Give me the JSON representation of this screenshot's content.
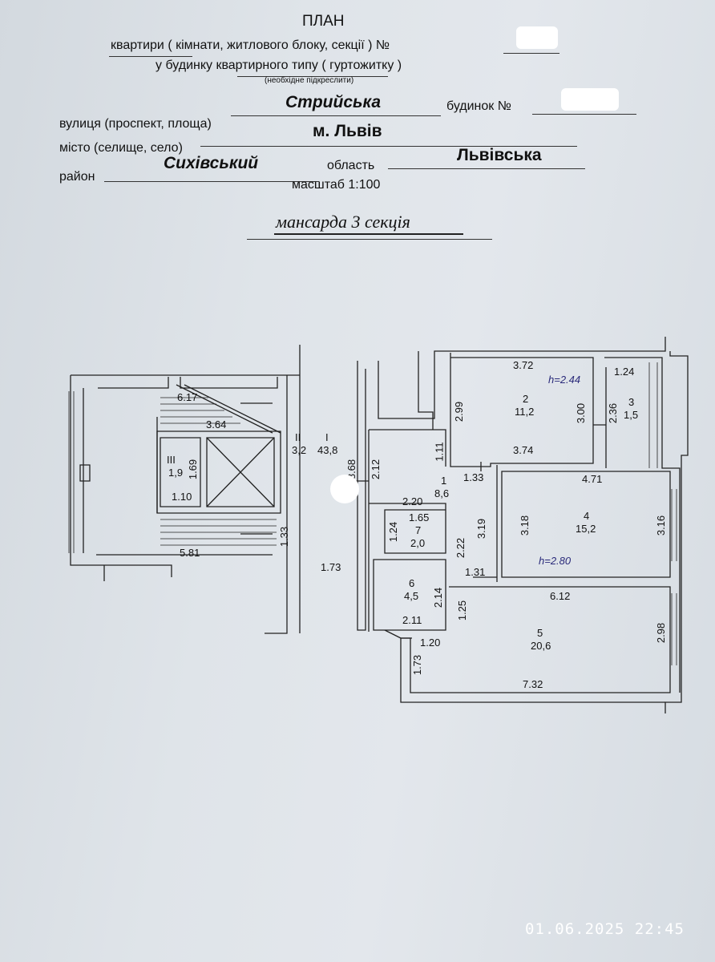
{
  "header": {
    "title": "ПЛАН",
    "line1": "квартири ( кімнати, житлового блоку, секції ) №",
    "line2": "у будинку квартирного типу ( гуртожитку )",
    "note": "(необхідне підкреслити)",
    "street_label": "вулиця (проспект, площа)",
    "street_value": "Стрийська",
    "house_label": "будинок №",
    "city_label": "місто (селище, село)",
    "city_value": "м. Львів",
    "district_label": "район",
    "district_value": "Сихівський",
    "region_label": "область",
    "region_value": "Львівська",
    "scale": "масштаб 1:100",
    "floor_title": "мансарда 3 секція"
  },
  "plan": {
    "stair": {
      "d1": "6.17",
      "d2": "3.64",
      "room_III_num": "III",
      "room_III_area": "1,9",
      "room_III_h": "1.69",
      "room_III_w": "1.10",
      "room_II_num": "II",
      "room_II_area": "3,2",
      "room_I_num": "I",
      "room_I_area": "43,8",
      "d_left_v": "1.33",
      "d_bottom": "5.81",
      "d_outside": "1.73"
    },
    "apartment": {
      "r1_num": "1",
      "r1_area": "8,6",
      "r2_num": "2",
      "r2_area": "11,2",
      "r3_num": "3",
      "r3_area": "1,5",
      "r4_num": "4",
      "r4_area": "15,2",
      "r5_num": "5",
      "r5_area": "20,6",
      "r6_num": "6",
      "r6_area": "4,5",
      "r7_num": "7",
      "r7_area": "2,0",
      "h1": "h=2.44",
      "h2": "h=2.80",
      "d_372": "3.72",
      "d_124": "1.24",
      "d_299": "2.99",
      "d_300": "3.00",
      "d_236": "2.36",
      "d_374": "3.74",
      "d_111": "1.11",
      "d_133": "1.33",
      "d_868": "8.68",
      "d_212": "2.12",
      "d_471": "4.71",
      "d_220": "2.20",
      "d_165": "1.65",
      "d_124b": "1.24",
      "d_319": "3.19",
      "d_318": "3.18",
      "d_316": "3.16",
      "d_222": "2.22",
      "d_131": "1.31",
      "d_214": "2.14",
      "d_125": "1.25",
      "d_612": "6.12",
      "d_211": "2.11",
      "d_120": "1.20",
      "d_173": "1.73",
      "d_298": "2.98",
      "d_732": "7.32"
    }
  },
  "timestamp": "01.06.2025 22:45",
  "colors": {
    "ink": "#111111",
    "handwriting": "#1a1a1a",
    "blue_ink": "#2a2a7a"
  }
}
